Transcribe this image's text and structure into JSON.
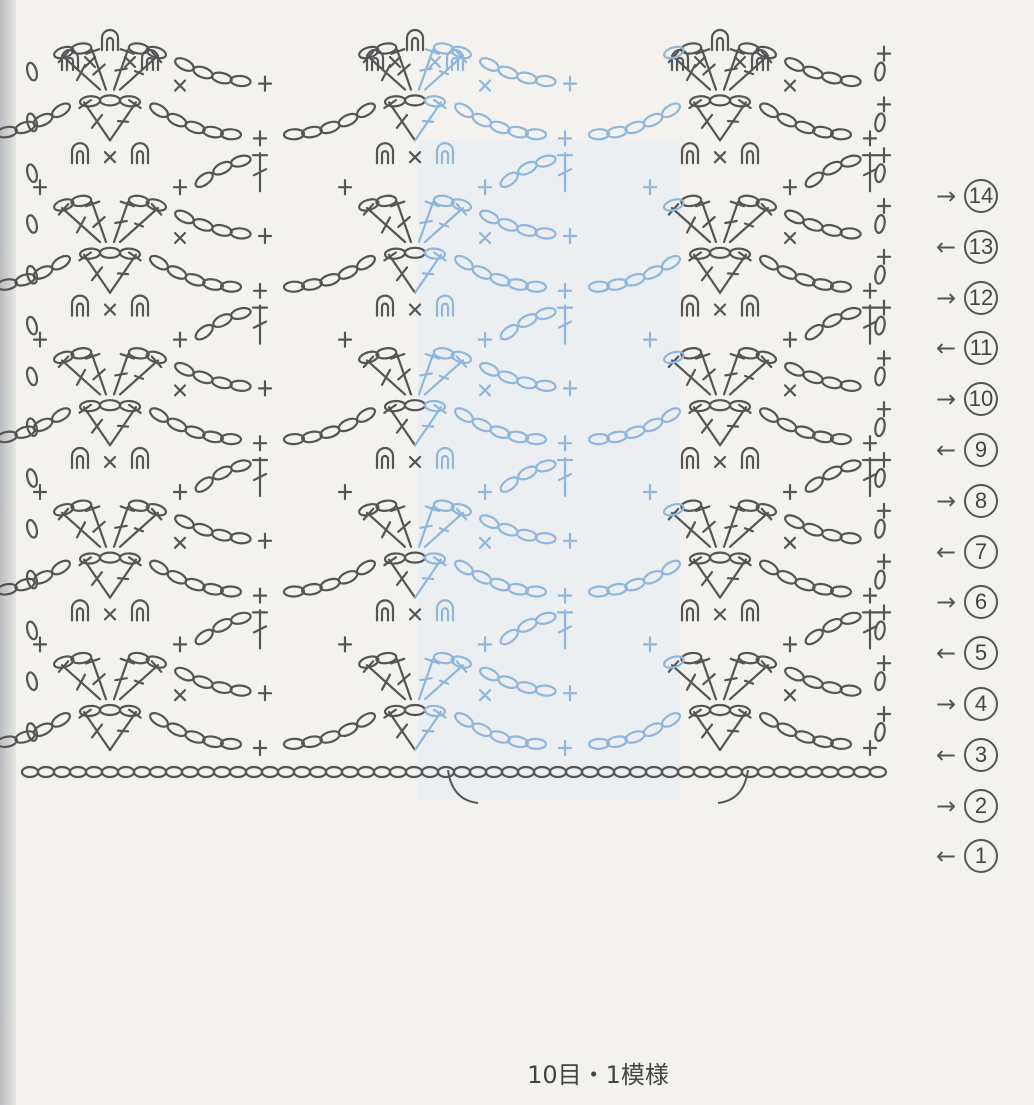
{
  "diagram": {
    "row_labels": [
      {
        "num": "14",
        "arrow": "→"
      },
      {
        "num": "13",
        "arrow": "←"
      },
      {
        "num": "12",
        "arrow": "→"
      },
      {
        "num": "11",
        "arrow": "←"
      },
      {
        "num": "10",
        "arrow": "→"
      },
      {
        "num": "9",
        "arrow": "←"
      },
      {
        "num": "8",
        "arrow": "→"
      },
      {
        "num": "7",
        "arrow": "←"
      },
      {
        "num": "6",
        "arrow": "→"
      },
      {
        "num": "5",
        "arrow": "←"
      },
      {
        "num": "4",
        "arrow": "→"
      },
      {
        "num": "3",
        "arrow": "←"
      },
      {
        "num": "2",
        "arrow": "→"
      },
      {
        "num": "1",
        "arrow": "←"
      }
    ],
    "repeat_caption": "10目・1模様",
    "colors": {
      "ink": "#555555",
      "highlight": "#8fb6dd",
      "highlight_fill": "#e4edf5",
      "paper": "#f3f2ee"
    }
  }
}
